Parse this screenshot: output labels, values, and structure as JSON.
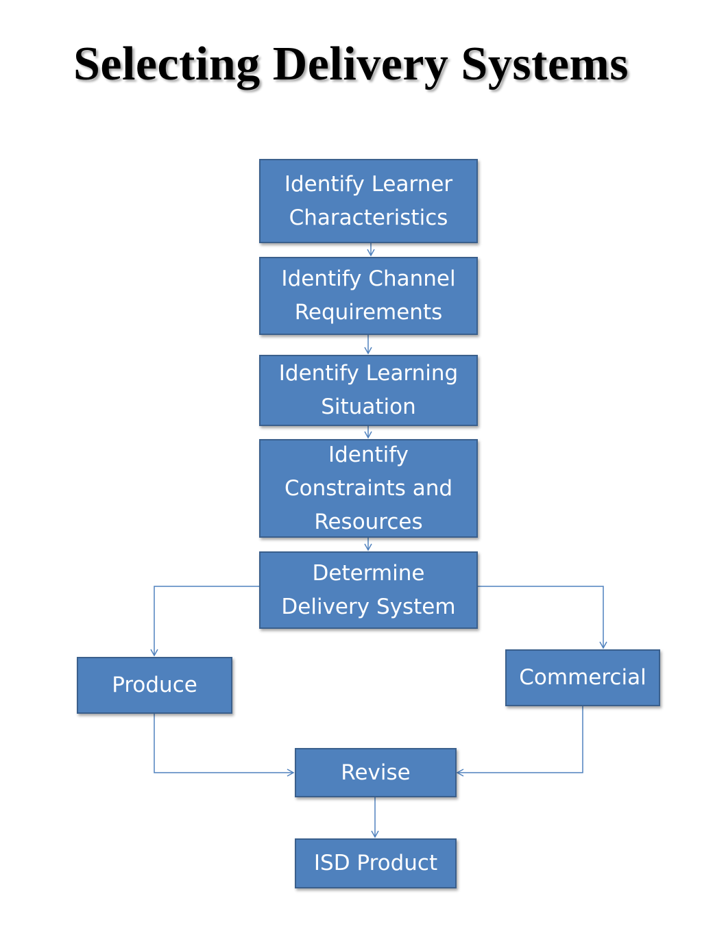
{
  "title": "Selecting Delivery Systems",
  "colors": {
    "box_fill": "#4f81bd",
    "box_border": "#3a5f8c",
    "connector": "#4f81bd",
    "text": "#ffffff"
  },
  "boxes": {
    "learner": {
      "line1": "Identify Learner",
      "line2": "Characteristics"
    },
    "channel": {
      "line1": "Identify Channel",
      "line2": "Requirements"
    },
    "situation": {
      "line1": "Identify Learning",
      "line2": "Situation"
    },
    "constraints": {
      "line1": "Identify",
      "line2": "Constraints and",
      "line3": "Resources"
    },
    "determine": {
      "line1": "Determine",
      "line2": "Delivery System"
    },
    "produce": {
      "label": "Produce"
    },
    "commercial": {
      "label": "Commercial"
    },
    "revise": {
      "label": "Revise"
    },
    "isd": {
      "label": "ISD Product"
    }
  }
}
